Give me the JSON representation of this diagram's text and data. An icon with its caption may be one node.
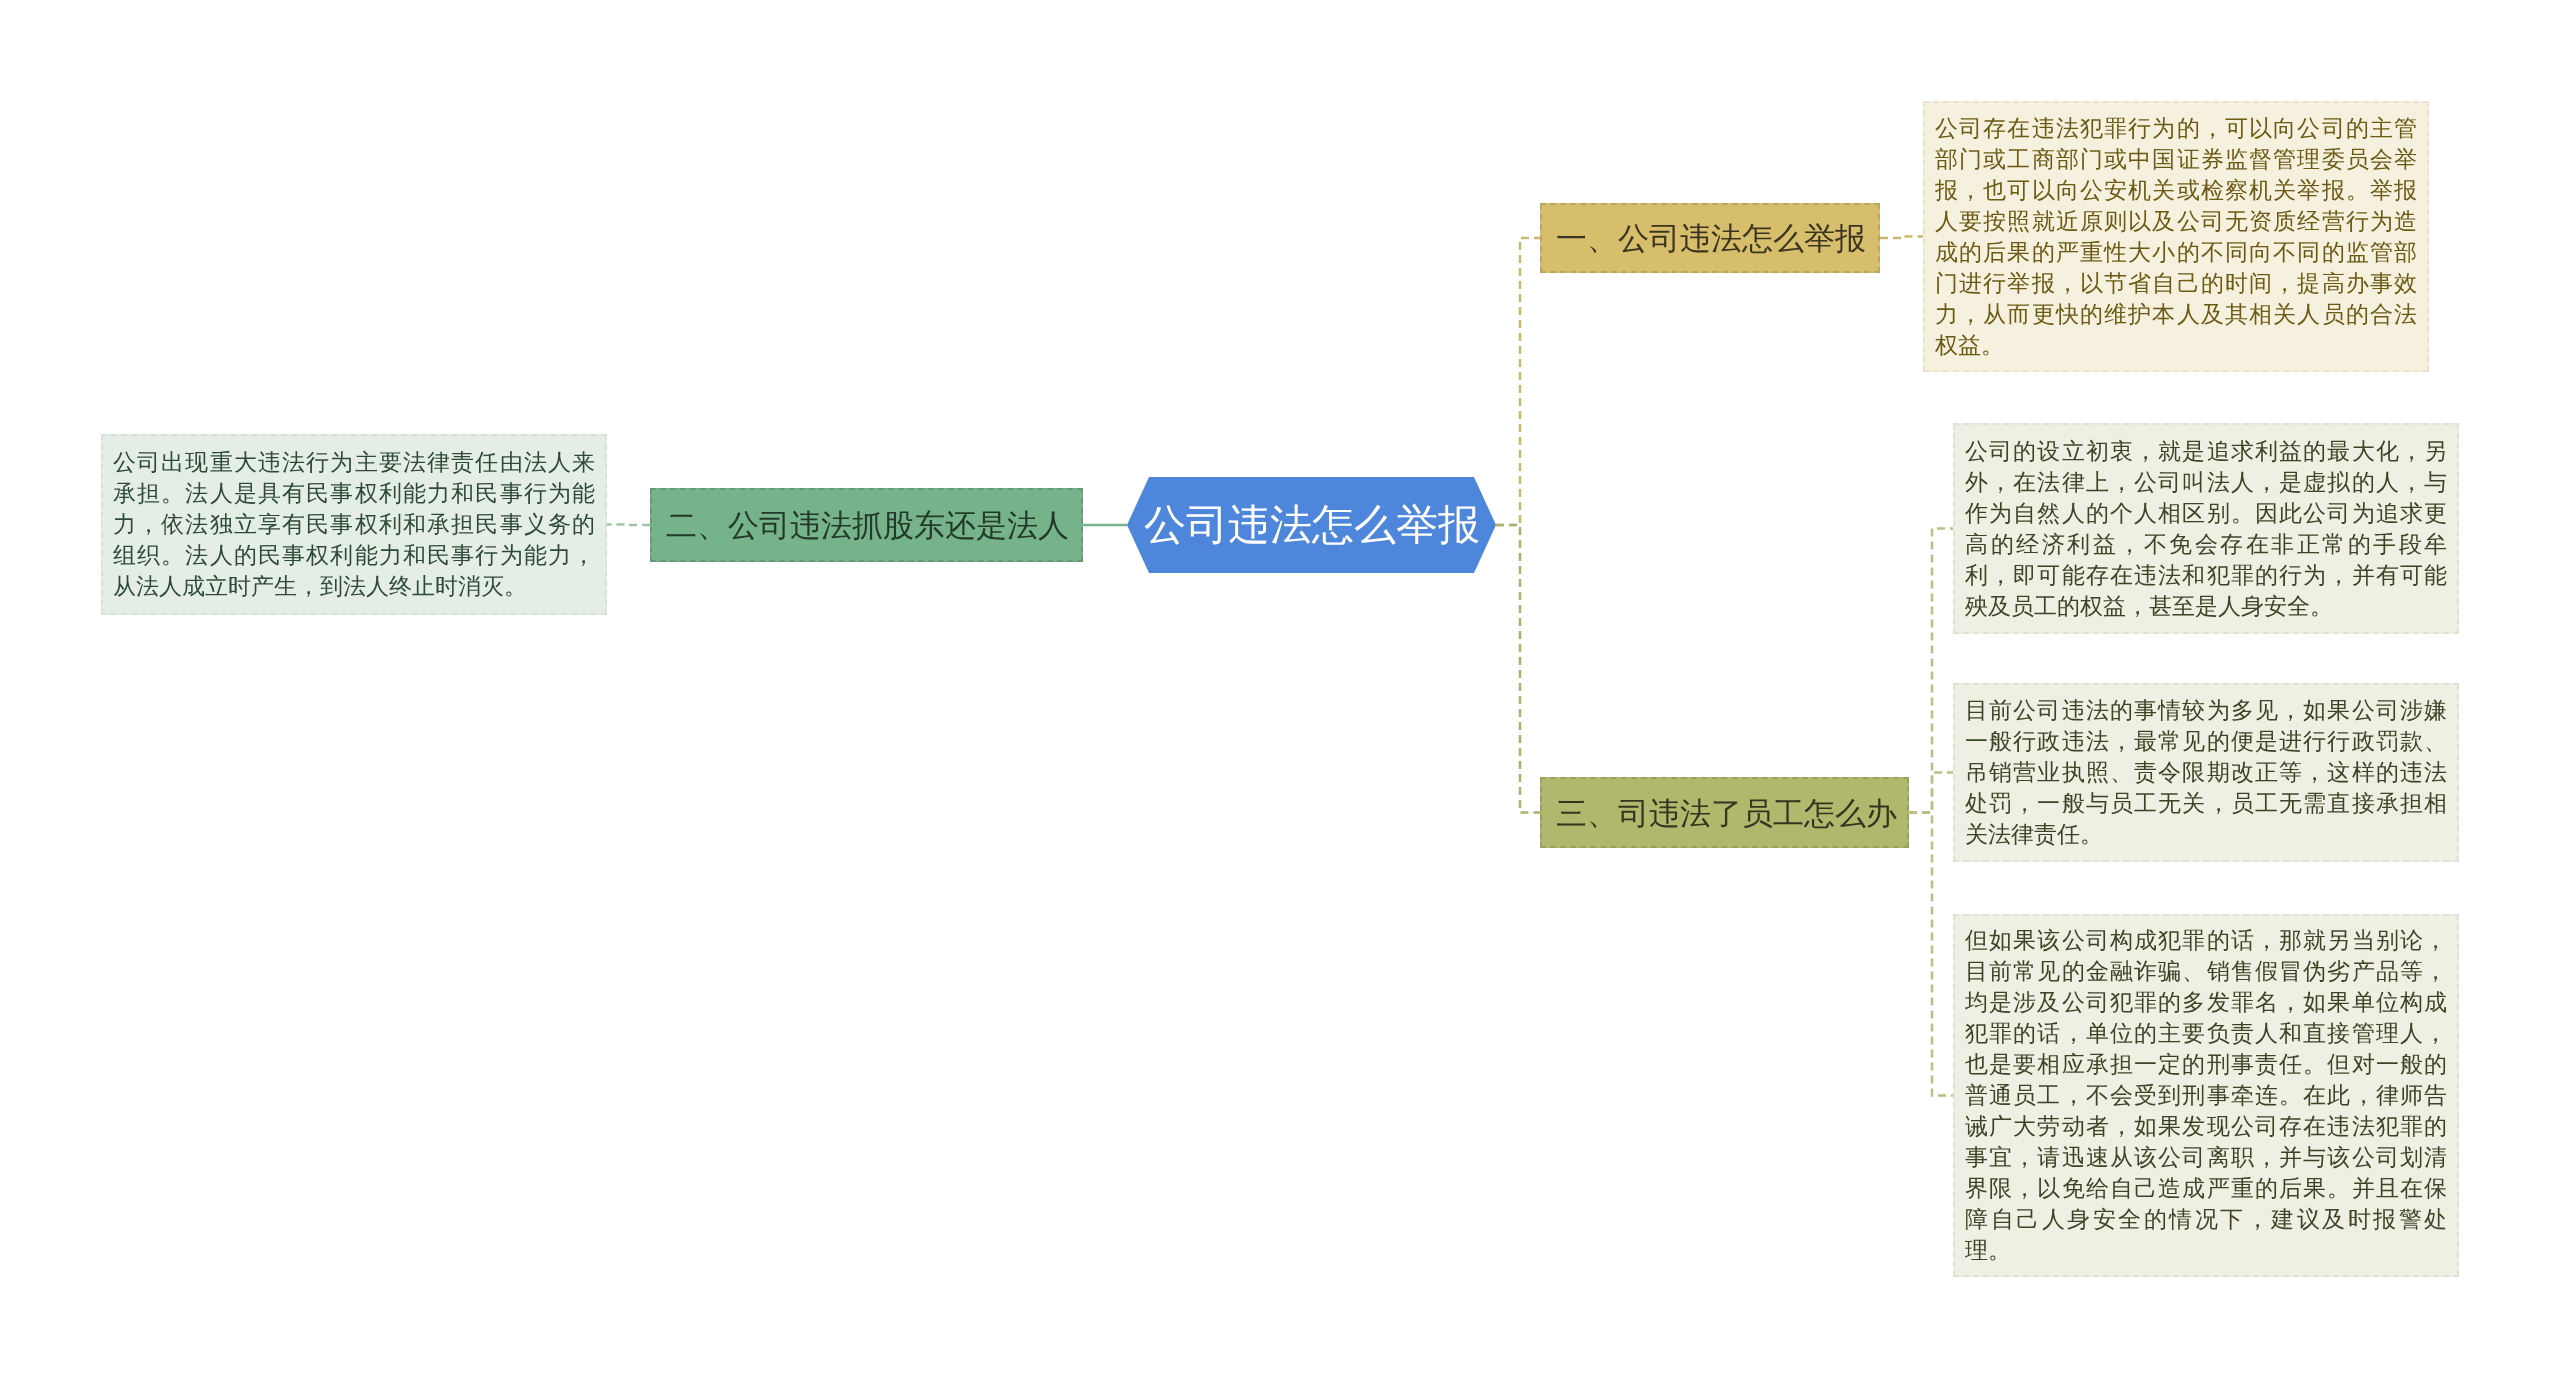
{
  "diagram": {
    "nodes": [
      {
        "text": [
          "公司违法怎么举报"
        ]
      },
      {
        "text": [
          "一、公司违法怎么举报"
        ]
      },
      {
        "text": [
          "公司存在违法犯罪行为的，可以向公司的主管部门或工商部门或中国证券监督管理委员会举报，也可以向公安机关或检察机关举报。举报人要按照就近原则以及公司无资质经营行为造成的后果的严重性大小的不同向不同的监管部门进行举报，以节省自己的时间，提高办事效力，从而更快的维护本人及其相关人员的合法权益。"
        ]
      },
      {
        "text": [
          "二、公司违法抓股东还是法人"
        ]
      },
      {
        "text": [
          "公司出现重大违法行为主要法律责任由法人来承担。法人是具有民事权利能力和民事行为能力，依法独立享有民事权利和承担民事义务的组织。法人的民事权利能力和民事行为能力，从法人成立时产生，到法人终止时消灭。"
        ]
      },
      {
        "text": [
          "三、司违法了员工怎么办"
        ]
      },
      {
        "text": [
          "公司的设立初衷，就是追求利益的最大化，另外，在法律上，公司叫法人，是虚拟的人，与作为自然人的个人相区别。因此公司为追求更高的经济利益，不免会存在非正常的手段牟利，即可能存在违法和犯罪的行为，并有可能殃及员工的权益，甚至是人身安全。"
        ]
      },
      {
        "text": [
          "目前公司违法的事情较为多见，如果公司涉嫌一般行政违法，最常见的便是进行行政罚款、吊销营业执照、责令限期改正等，这样的违法处罚，一般与员工无关，员工无需直接承担相关法律责任。"
        ]
      },
      {
        "text": [
          "但如果该公司构成犯罪的话，那就另当别论，目前常见的金融诈骗、销售假冒伪劣产品等，均是涉及公司犯罪的多发罪名，如果单位构成犯罪的话，单位的主要负责人和直接管理人，也是要相应承担一定的刑事责任。但对一般的普通员工，不会受到刑事牵连。在此，律师告诫广大劳动者，如果发现公司存在违法犯罪的事宜，请迅速从该公司离职，并与该公司划清界限，以免给自己造成严重的后果。并且在保障自己人身安全的情况下，建议及时报警处理。"
        ]
      }
    ],
    "edges": [
      {
        "from": 0,
        "to": 1,
        "arrow": "none",
        "style": "dashed",
        "color": "#c9b86e"
      },
      {
        "from": 1,
        "to": 2,
        "arrow": "none",
        "style": "dashed",
        "color": "#c9b86e"
      },
      {
        "from": 0,
        "to": 3,
        "arrow": "none",
        "color": "#76b28a"
      },
      {
        "from": 3,
        "to": 4,
        "arrow": "none",
        "style": "dashed",
        "color": "#9cc4a6"
      },
      {
        "from": 0,
        "to": 5,
        "arrow": "none",
        "style": "dashed",
        "color": "#a9b46c"
      },
      {
        "from": 5,
        "to": 6,
        "arrow": "none",
        "style": "dashed",
        "color": "#b9c083"
      },
      {
        "from": 5,
        "to": 7,
        "arrow": "none",
        "style": "dashed",
        "color": "#b9c083"
      },
      {
        "from": 5,
        "to": 8,
        "arrow": "none",
        "style": "dashed",
        "color": "#b9c083"
      }
    ]
  }
}
